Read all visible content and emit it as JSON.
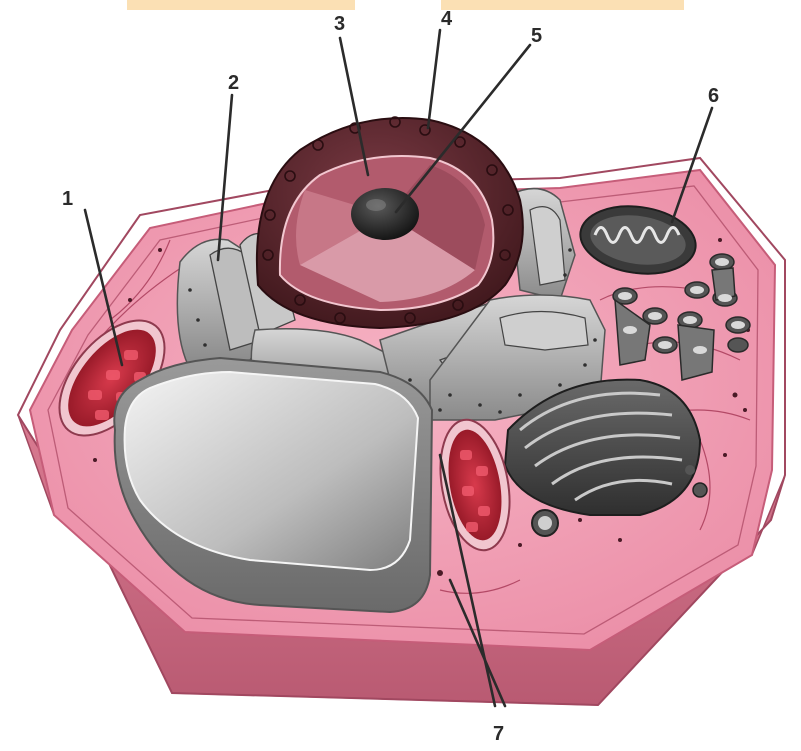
{
  "labels": [
    "1",
    "2",
    "3",
    "4",
    "5",
    "6",
    "7"
  ],
  "colors": {
    "cytoplasm": "#f09ab2",
    "cell_side": "#cf6f86",
    "nucleus_envelope": "#4a1d23",
    "nucleoplasm": "#c46a7c",
    "organelle_grey": "#4a4a4a",
    "mitochondrion_red": "#c8283a",
    "answer_box": "#fbe0b4"
  }
}
